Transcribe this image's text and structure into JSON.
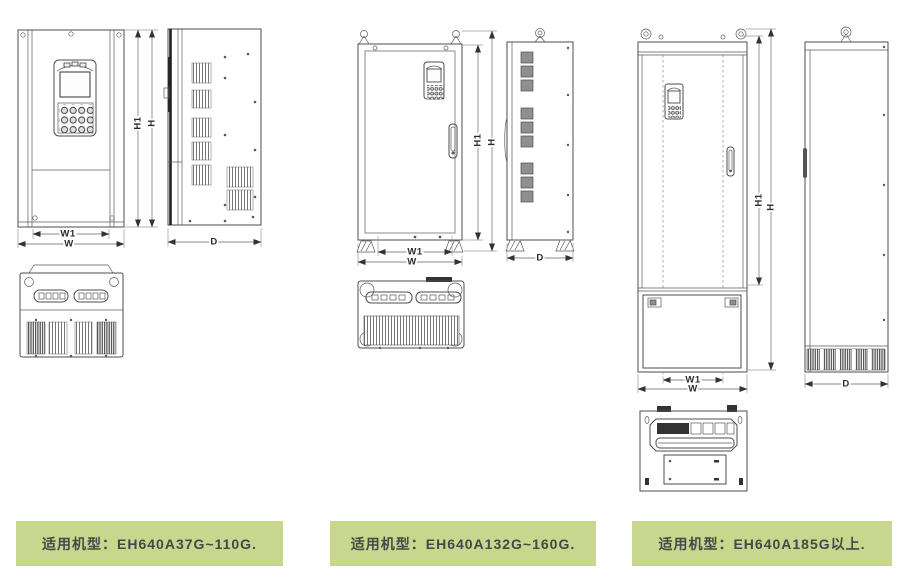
{
  "drawing": {
    "dimension_labels": {
      "w": "W",
      "w1": "W1",
      "h": "H",
      "h1": "H1",
      "d": "D"
    }
  },
  "captions": [
    {
      "text": "适用机型：EH640A37G~110G."
    },
    {
      "text": "适用机型：EH640A132G~160G."
    },
    {
      "text": "适用机型：EH640A185G以上."
    }
  ],
  "colors": {
    "caption_bg": "#c7d78e",
    "caption_text": "#474747",
    "line": "#4c4c4c"
  }
}
